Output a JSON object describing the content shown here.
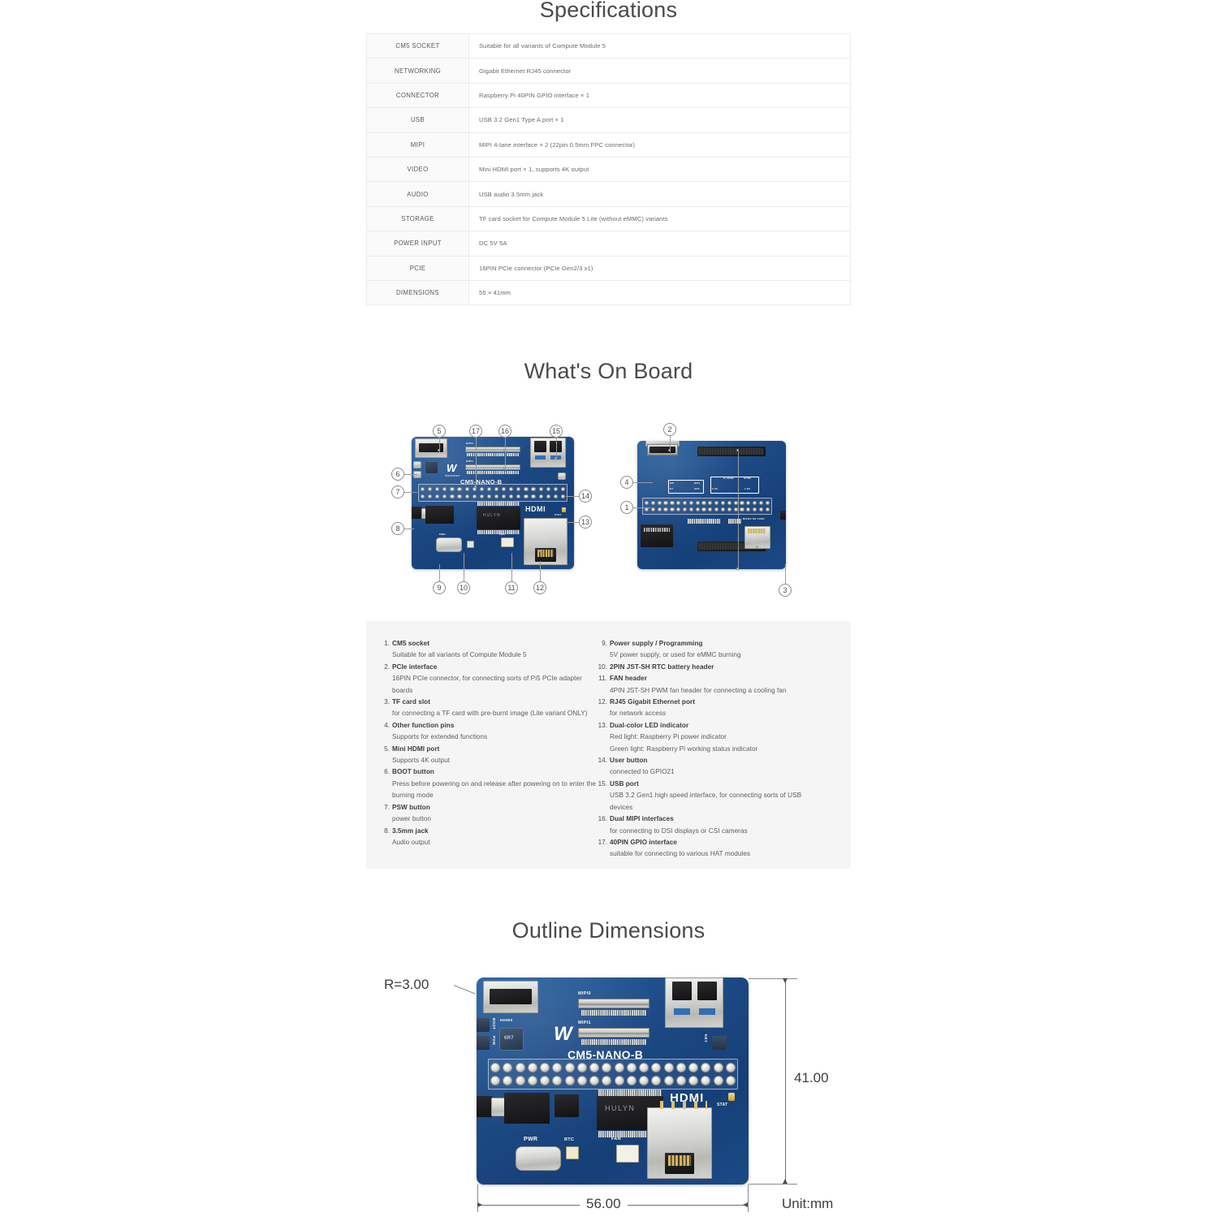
{
  "sections": {
    "specifications_title": "Specifications",
    "whats_on_board_title": "What's On Board",
    "outline_dimensions_title": "Outline Dimensions"
  },
  "specifications": {
    "rows": [
      {
        "label": "CM5 SOCKET",
        "value": "Suitable for all variants of Compute Module 5"
      },
      {
        "label": "NETWORKING",
        "value": "Gigabit Ethernet RJ45 connector"
      },
      {
        "label": "CONNECTOR",
        "value": "Raspberry Pi 40PIN GPIO interface × 1"
      },
      {
        "label": "USB",
        "value": "USB 3.2 Gen1 Type A port × 1"
      },
      {
        "label": "MIPI",
        "value": "MIPI 4-lane interface × 2 (22pin 0.5mm FPC connector)"
      },
      {
        "label": "VIDEO",
        "value": "Mini HDMI port × 1, supports 4K output"
      },
      {
        "label": "AUDIO",
        "value": "USB audio 3.5mm jack"
      },
      {
        "label": "STORAGE",
        "value": "TF card socket for Compute Module 5 Lite (without eMMC) variants"
      },
      {
        "label": "POWER INPUT",
        "value": "DC 5V 5A"
      },
      {
        "label": "PCIE",
        "value": "16PIN PCIe connector (PCIe Gen2/3 x1)"
      },
      {
        "label": "DIMENSIONS",
        "value": "55 × 41mm"
      }
    ]
  },
  "board_diagram": {
    "front_board_silk": {
      "model": "CM5-NANO-B",
      "brand": "Waveshare",
      "hdmi_label": "HDMI",
      "stat_label": "STAT",
      "pwr_label": "PWR",
      "fan_label": "FAN",
      "boot_label": "BOOT",
      "psw_label": "PSW",
      "key_label": "KEY",
      "mipi0_label": "MIPI0",
      "mipi1_label": "MIPI1",
      "chip_label": "HULYN"
    },
    "back_board_silk": {
      "sd_label": "MICRO SD CARD",
      "vref_label": "O-VREF",
      "v33_label": "3.3V",
      "v18_label": "1.8V",
      "sync_label": "SYNC",
      "wp_label": "WP",
      "bt_label": "BT",
      "wifi_label": "WIFI",
      "gps_label": "GPS"
    },
    "front_callouts": [
      "5",
      "17",
      "16",
      "15",
      "6",
      "7",
      "8",
      "9",
      "10",
      "11",
      "12",
      "13",
      "14"
    ],
    "back_callouts": [
      "2",
      "4",
      "1",
      "3"
    ]
  },
  "legend": {
    "left": [
      {
        "num": "1.",
        "title": "CM5 socket",
        "desc": [
          "Suitable for all variants of Compute Module 5"
        ]
      },
      {
        "num": "2.",
        "title": "PCIe interface",
        "desc": [
          "16PIN PCIe connector, for connecting sorts of Pi5 PCIe adapter boards"
        ]
      },
      {
        "num": "3.",
        "title": "TF card slot",
        "desc": [
          "for connecting a TF card with pre-burnt image (Lite variant ONLY)"
        ]
      },
      {
        "num": "4.",
        "title": "Other function pins",
        "desc": [
          "Supports for extended functions"
        ]
      },
      {
        "num": "5.",
        "title": "Mini HDMI port",
        "desc": [
          "Supports 4K output"
        ]
      },
      {
        "num": "6.",
        "title": "BOOT button",
        "desc": [
          "Press before powering on and release after powering on to enter the",
          "burning mode"
        ]
      },
      {
        "num": "7.",
        "title": "PSW button",
        "desc": [
          "power button"
        ]
      },
      {
        "num": "8.",
        "title": "3.5mm jack",
        "desc": [
          "Audio output"
        ]
      }
    ],
    "right": [
      {
        "num": "9.",
        "title": "Power supply / Programming",
        "desc": [
          "5V power supply, or used for eMMC burning"
        ]
      },
      {
        "num": "10.",
        "title": "2PIN JST-SH RTC battery header",
        "desc": []
      },
      {
        "num": "11.",
        "title": "FAN header",
        "desc": [
          "4PIN JST-SH PWM fan header for connecting a cooling fan"
        ]
      },
      {
        "num": "12.",
        "title": "RJ45 Gigabit Ethernet port",
        "desc": [
          "for network access"
        ]
      },
      {
        "num": "13.",
        "title": "Dual-color LED indicator",
        "desc": [
          "Red light: Raspberry Pi power indicator",
          "Green light: Raspberry Pi working status indicator"
        ]
      },
      {
        "num": "14.",
        "title": "User button",
        "desc": [
          "connected to GPIO21"
        ]
      },
      {
        "num": "15.",
        "title": "USB port",
        "desc": [
          "USB 3.2 Gen1 high speed interface, for connecting sorts of USB",
          "devices"
        ]
      },
      {
        "num": "16.",
        "title": "Dual MIPI interfaces",
        "desc": [
          "for connecting to DSI displays or CSI cameras"
        ]
      },
      {
        "num": "17.",
        "title": "40PIN GPIO interface",
        "desc": [
          "suitable for connecting to various HAT modules"
        ]
      }
    ]
  },
  "outline_dimensions": {
    "corner_radius": "R=3.00",
    "height": "41.00",
    "width": "56.00",
    "unit": "Unit:mm",
    "silk": {
      "model": "CM5-NANO-B",
      "mipi0": "MIPI0",
      "mipi1": "MIPI1",
      "hdmi": "HDMI",
      "stat": "STAT",
      "pwr": "PWR",
      "rtc": "RTC",
      "fan": "FAN",
      "boot": "BOOT",
      "psw": "PSW",
      "key": "KEY",
      "hdmi0": "HDMI0",
      "chip": "HULYN",
      "inductor": "6R7"
    }
  },
  "colors": {
    "pcb_blue": "#1d4a85",
    "panel_bg": "#f5f5f5",
    "table_border": "#ececec",
    "label_bg": "#fafafa",
    "text": "#3a3a3a"
  }
}
